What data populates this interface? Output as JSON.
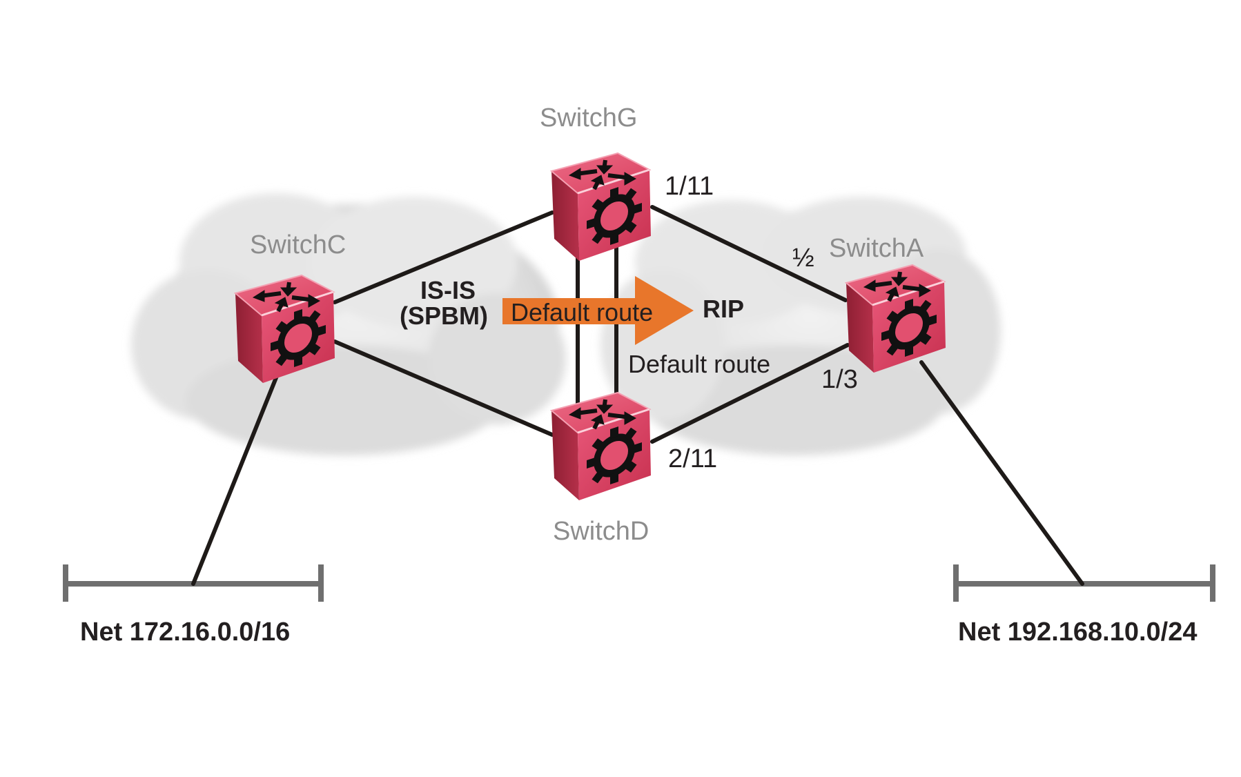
{
  "diagram": {
    "type": "network-topology",
    "switches": [
      {
        "id": "switchG",
        "label": "SwitchG"
      },
      {
        "id": "switchC",
        "label": "SwitchC"
      },
      {
        "id": "switchA",
        "label": "SwitchA"
      },
      {
        "id": "switchD",
        "label": "SwitchD"
      }
    ],
    "ports": {
      "g_to_a": "1/11",
      "a_from_g": "½",
      "a_from_d": "1/3",
      "d_to_a": "2/11"
    },
    "domains": {
      "left_line1": "IS-IS",
      "left_line2": "(SPBM)",
      "right": "RIP"
    },
    "arrow": {
      "label": "Default route",
      "color": "#e8762b"
    },
    "route_label": "Default route",
    "networks": {
      "left": "Net 172.16.0.0/16",
      "right": "Net 192.168.10.0/24"
    },
    "colors": {
      "switch_body": "#d63a5a",
      "cloud": "#dedede",
      "link": "#1e1a18",
      "netbar": "#6f6f6f"
    }
  }
}
